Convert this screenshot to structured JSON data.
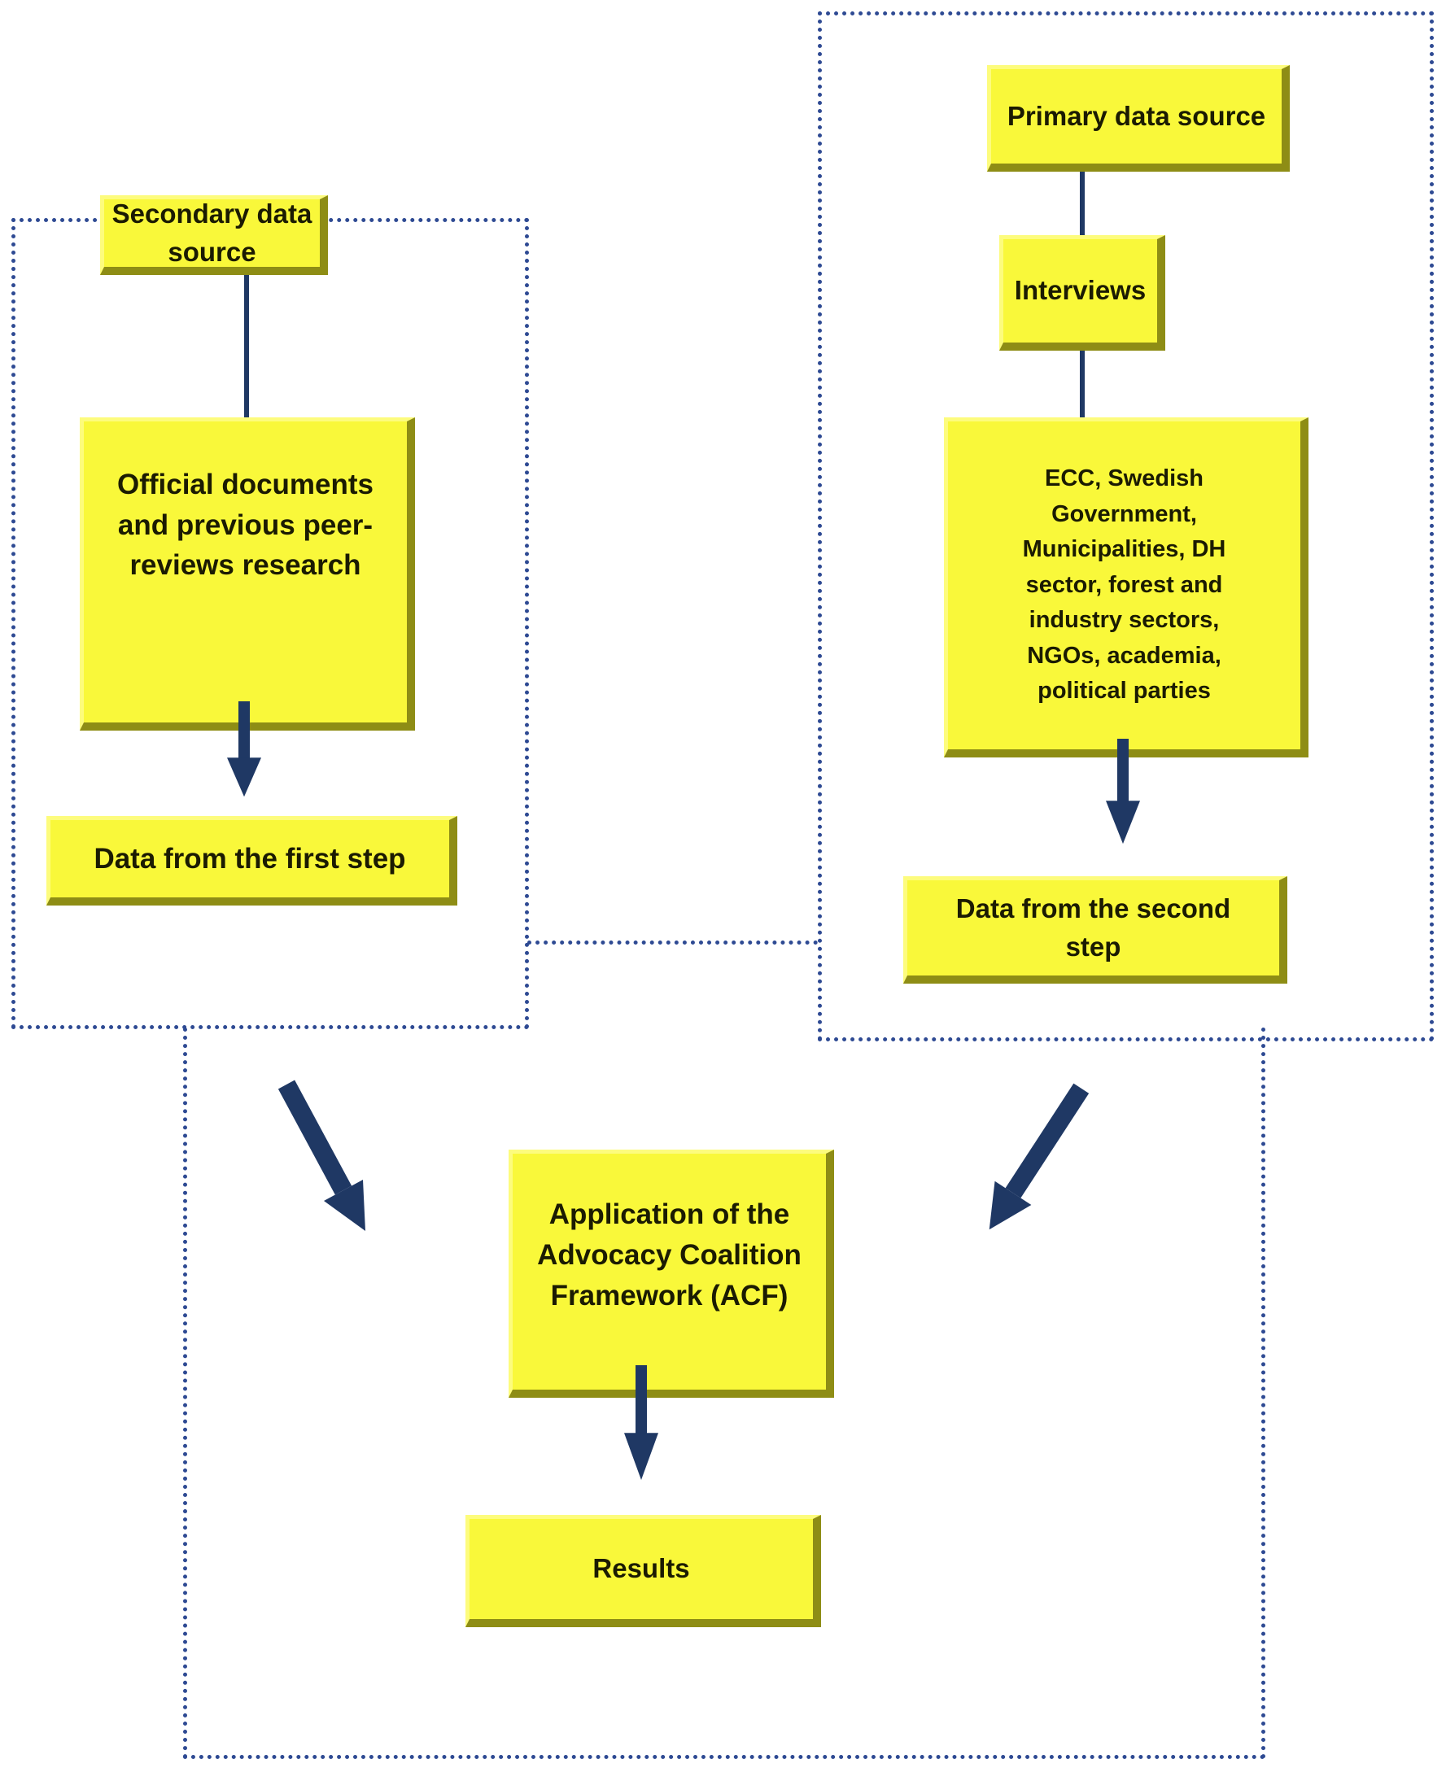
{
  "colors": {
    "background": "#ffffff",
    "box_fill": "#f9f83a",
    "box_bevel_light": "#fdfc7d",
    "box_bevel_dark": "#8e8d15",
    "box_text": "#1b1b02",
    "arrow_navy": "#1f3864",
    "dotted_outline_blue": "#2e4a93"
  },
  "panels": {
    "secondary": {
      "source_box": "Secondary data source",
      "documents_box": "Official documents and previous peer-reviews research",
      "data_box": "Data from the first step"
    },
    "primary": {
      "source_box": "Primary data source",
      "interviews_box": "Interviews",
      "stakeholders_box": "ECC, Swedish Government, Municipalities, DH sector, forest and industry sectors, NGOs, academia, political parties",
      "data_box": "Data from the second step"
    },
    "analysis": {
      "acf_box": "Application of the Advocacy Coalition Framework (ACF)",
      "results_box": "Results"
    }
  }
}
